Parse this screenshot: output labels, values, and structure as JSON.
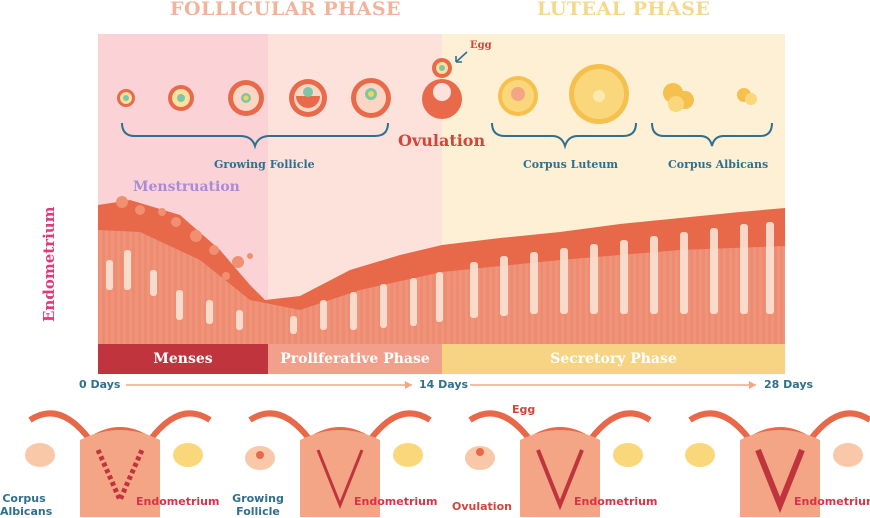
{
  "phases": {
    "follicular": "FOLLICULAR PHASE",
    "luteal": "LUTEAL PHASE"
  },
  "labels": {
    "egg": "Egg",
    "ovulation": "Ovulation",
    "growing_follicle": "Growing Follicle",
    "corpus_luteum": "Corpus Luteum",
    "corpus_albicans": "Corpus Albicans",
    "menstruation": "Menstruation",
    "endometrium_vertical": "Endometrium"
  },
  "phase_bar": {
    "menses": "Menses",
    "proliferative": "Proliferative Phase",
    "secretory": "Secretory Phase"
  },
  "days": {
    "start": "0 Days",
    "mid": "14 Days",
    "end": "28 Days"
  },
  "uterus_labels": {
    "u1_left": "Corpus Albicans",
    "u1_right": "Endometrium",
    "u2_left": "Growing Follicle",
    "u2_right": "Endometrium",
    "u3_egg": "Egg",
    "u3_left": "Ovulation",
    "u3_right": "Endometrium",
    "u4_right": "Endometrium"
  },
  "colors": {
    "follicular_title": "#f3b39a",
    "luteal_title": "#f5d98a",
    "menses_bar": "#c0343d",
    "proliferative_bar": "#f2a08c",
    "secretory_bar": "#f6d484",
    "tissue": "#e8694a",
    "label_blue": "#2f6f8f",
    "ovulation_red": "#d0463a",
    "menstruation_purple": "#a98bd6",
    "endometrium_pink": "#e03a7a"
  }
}
